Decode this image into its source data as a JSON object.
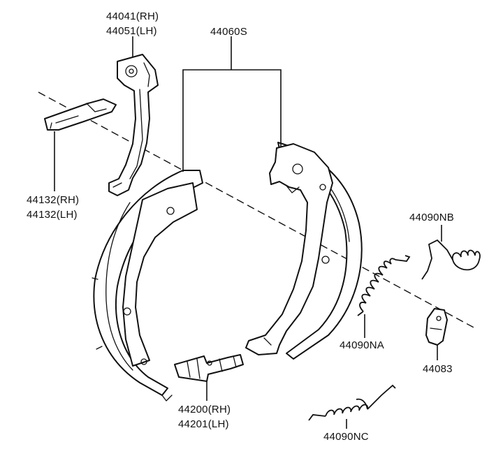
{
  "callouts": {
    "p44041_rh": "44041(RH)",
    "p44051_lh": "44051(LH)",
    "p44060s": "44060S",
    "p44132_rh": "44132(RH)",
    "p44132_lh": "44132(LH)",
    "p44090nb": "44090NB",
    "p44090na": "44090NA",
    "p44083": "44083",
    "p44200_rh": "44200(RH)",
    "p44201_lh": "44201(LH)",
    "p44090nc": "44090NC"
  }
}
